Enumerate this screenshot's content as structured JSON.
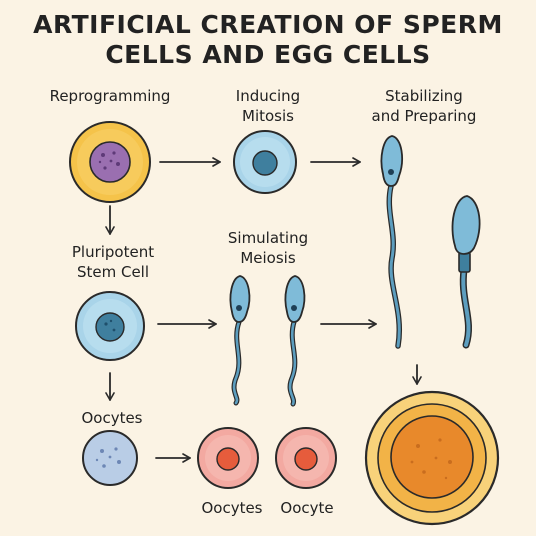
{
  "title": {
    "line1": "ARTIFICIAL CREATION OF SPERM",
    "line2": "CELLS AND EGG CELLS"
  },
  "labels": {
    "reprogramming": "Reprogramming",
    "inducing_line1": "Inducing",
    "inducing_line2": "Mitosis",
    "stabilizing_line1": "Stabilizing",
    "stabilizing_line2": "and Preparing",
    "pluripotent_line1": "Pluripotent",
    "pluripotent_line2": "Stem Cell",
    "simulating_line1": "Simulating",
    "simulating_line2": "Meiosis",
    "oocytes_left": "Oocytes",
    "oocytes_bottom": "Oocytes",
    "oocyte_bottom": "Oocyte"
  },
  "colors": {
    "background": "#fbf3e4",
    "cell_orange": "#f5c34a",
    "nucleus_purple": "#9a6fb0",
    "cell_blue": "#a9d4e9",
    "nucleus_blue": "#3f7f9e",
    "cell_lavender": "#b9cde6",
    "cell_pink": "#f3a9a1",
    "nucleus_red": "#e65c3c",
    "egg_orange": "#f0a536",
    "outline": "#2a2a2a"
  }
}
